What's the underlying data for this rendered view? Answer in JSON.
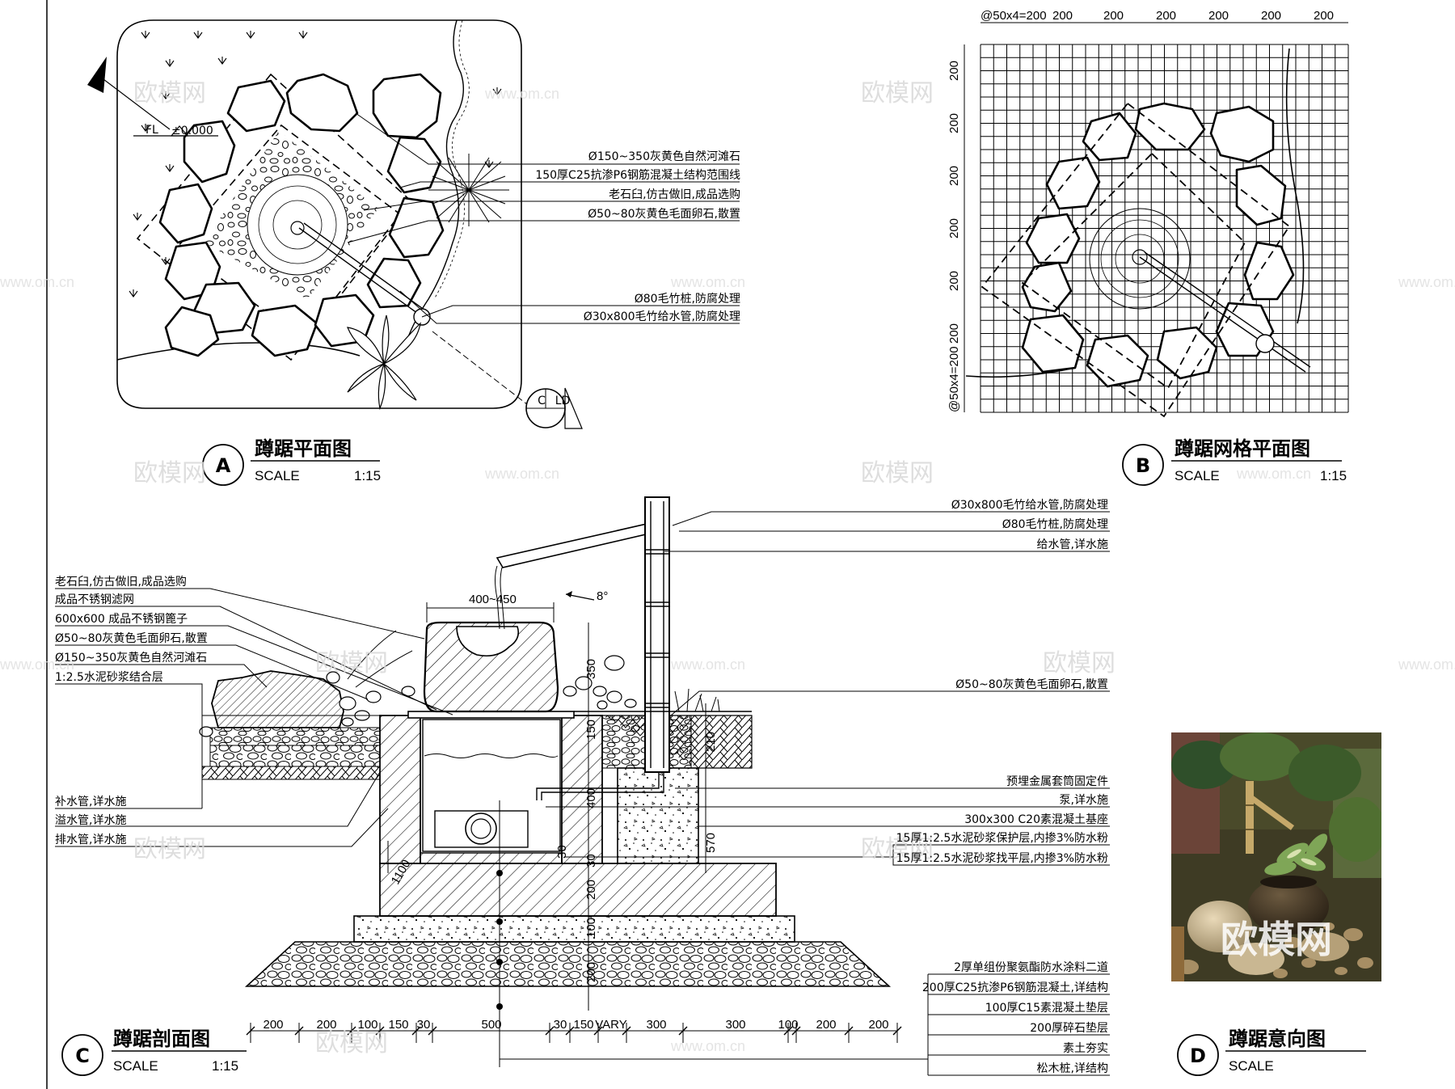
{
  "plan_a": {
    "level_label": "FL",
    "level_value": "±0.000",
    "section_mark": "C",
    "section_ref": "LD",
    "callouts": [
      "Ø150~350灰黄色自然河滩石",
      "150厚C25抗渗P6钢筋混凝土结构范围线",
      "老石臼,仿古做旧,成品选购",
      "Ø50~80灰黄色毛面卵石,散置",
      "Ø80毛竹桩,防腐处理",
      "Ø30x800毛竹给水管,防腐处理"
    ],
    "id": "A",
    "title": "蹲踞平面图",
    "scale_label": "SCALE",
    "scale_value": "1:15"
  },
  "plan_b": {
    "top_dims": [
      "@50x4=200",
      "200",
      "200",
      "200",
      "200",
      "200",
      "200"
    ],
    "left_dims": [
      "200",
      "200",
      "200",
      "200",
      "200",
      "200",
      "@50x4=200"
    ],
    "id": "B",
    "title": "蹲踞网格平面图",
    "scale_label": "SCALE",
    "scale_value": "1:15"
  },
  "section_c": {
    "left_callouts": [
      "老石臼,仿古做旧,成品选购",
      "成品不锈钢滤网",
      "600x600 成品不锈钢篦子",
      "Ø50~80灰黄色毛面卵石,散置",
      "Ø150~350灰黄色自然河滩石",
      "1:2.5水泥砂浆结合层"
    ],
    "left_pipes": [
      "补水管,详水施",
      "溢水管,详水施",
      "排水管,详水施"
    ],
    "right_top_callouts": [
      "Ø30x800毛竹给水管,防腐处理",
      "Ø80毛竹桩,防腐处理",
      "给水管,详水施"
    ],
    "right_mid_callout": "Ø50~80灰黄色毛面卵石,散置",
    "right_callouts": [
      "预埋金属套筒固定件",
      "泵,详水施",
      "300x300 C20素混凝土基座",
      "15厚1:2.5水泥砂浆保护层,内掺3%防水粉",
      "15厚1:2.5水泥砂浆找平层,内掺3%防水粉"
    ],
    "layer_callouts": [
      "2厚单组份聚氨酯防水涂料二道",
      "200厚C25抗渗P6钢筋混凝土,详结构",
      "100厚C15素混凝土垫层",
      "200厚碎石垫层",
      "素土夯实",
      "松木桩,详结构"
    ],
    "top_dim": "400~450",
    "slope": "8°",
    "vertical_dims": [
      "350",
      "150",
      "400",
      "30",
      "200",
      "100",
      "200",
      "210",
      "570",
      "1100",
      "30"
    ],
    "bottom_dims": [
      "200",
      "200",
      "100",
      "150",
      "30",
      "500",
      "30",
      "150",
      "VARY",
      "300",
      "300",
      "100",
      "200",
      "200"
    ],
    "id": "C",
    "title": "蹲踞剖面图",
    "scale_label": "SCALE",
    "scale_value": "1:15"
  },
  "photo_d": {
    "overlay_text": "欧模网",
    "id": "D",
    "title": "蹲踞意向图",
    "scale_label": "SCALE"
  },
  "watermark": {
    "cn": "欧模网",
    "url": "www.om.cn"
  }
}
